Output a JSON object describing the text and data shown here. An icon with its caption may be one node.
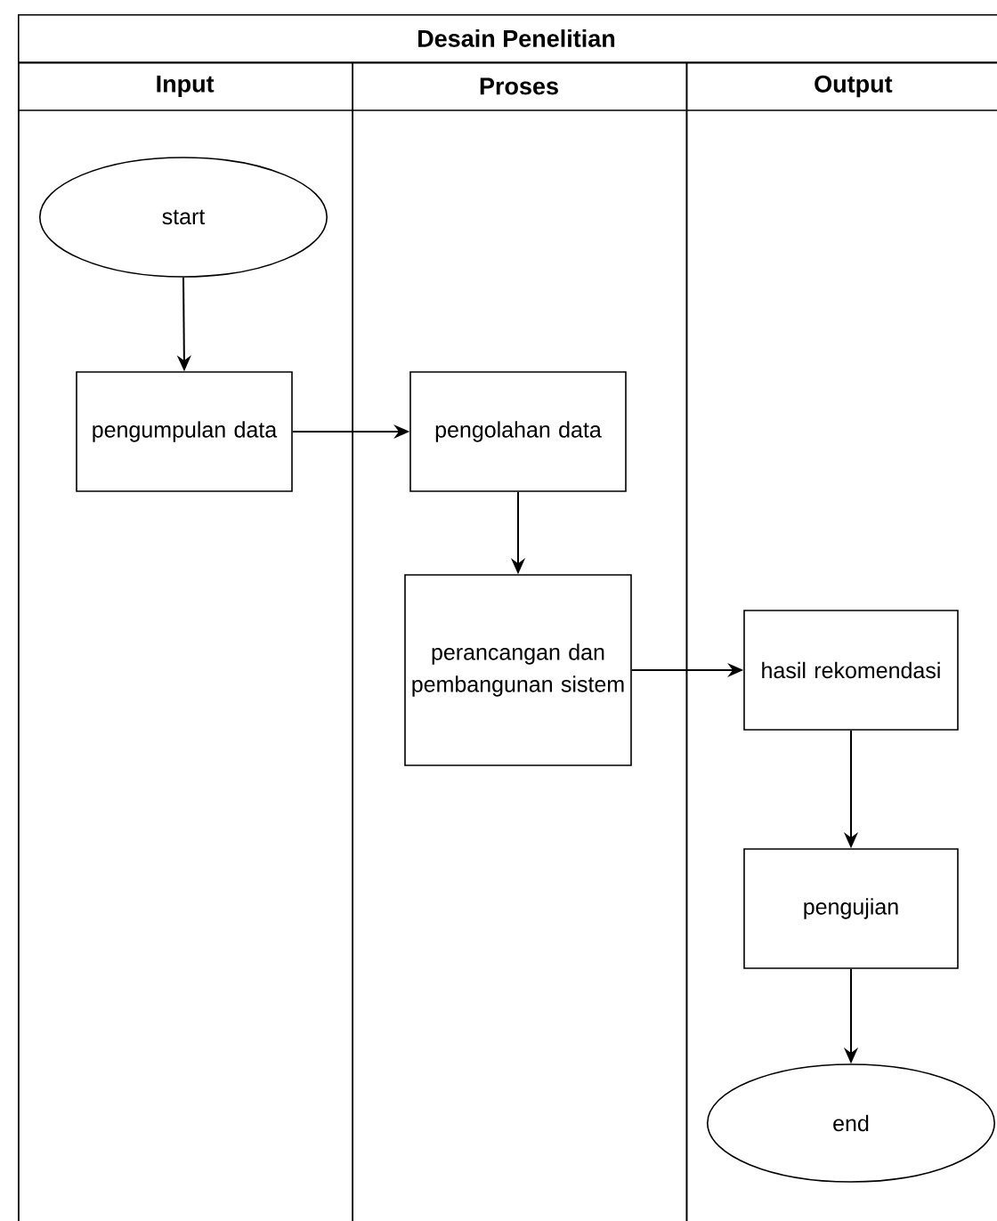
{
  "diagram": {
    "nodes": [
      {
        "text": [
          "Desain Penelitian"
        ]
      },
      {
        "text": [
          "Input"
        ],
        "in": 0
      },
      {
        "text": [
          "Proses"
        ],
        "in": 0
      },
      {
        "text": [
          "Output"
        ],
        "in": 0
      },
      {
        "text": [
          "start"
        ],
        "in": 1
      },
      {
        "text": [
          "pengumpulan data"
        ],
        "in": 1
      },
      {
        "text": [
          "pengolahan data"
        ],
        "in": 2
      },
      {
        "text": [
          "perancangan dan pembangunan sistem"
        ],
        "in": 2
      },
      {
        "text": [
          "hasil rekomendasi"
        ],
        "in": 3
      },
      {
        "text": [
          "pengujian"
        ],
        "in": 3
      },
      {
        "text": [
          "end"
        ],
        "in": 3
      }
    ],
    "edges": [
      {
        "from": 4,
        "to": 5,
        "arrow": "to"
      },
      {
        "from": 5,
        "to": 6,
        "arrow": "to"
      },
      {
        "from": 6,
        "to": 7,
        "arrow": "to"
      },
      {
        "from": 7,
        "to": 8,
        "arrow": "to"
      },
      {
        "from": 8,
        "to": 9,
        "arrow": "to"
      },
      {
        "from": 9,
        "to": 10,
        "arrow": "to"
      }
    ]
  }
}
